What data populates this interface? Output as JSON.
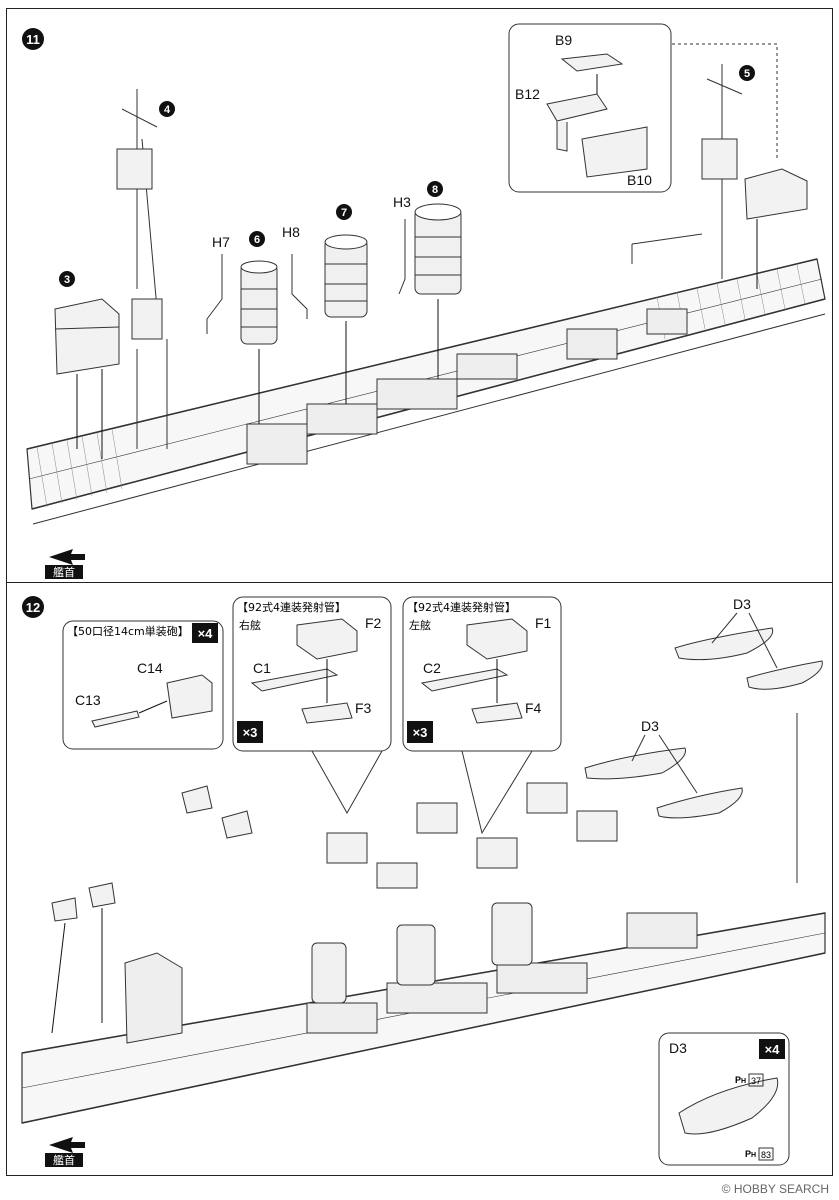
{
  "step11": {
    "number": "11",
    "bow_label": "艦首",
    "labels": {
      "b9": "B9",
      "b12": "B12",
      "b10": "B10",
      "h7": "H7",
      "h8": "H8",
      "h3": "H3",
      "c4": "4",
      "c5": "5",
      "c3": "3",
      "c6": "6",
      "c7": "7",
      "c8": "8"
    }
  },
  "step12": {
    "number": "12",
    "bow_label": "艦首",
    "gun_box": {
      "title": "【50口径14cm単装砲】",
      "multiplier": "×4",
      "c14": "C14",
      "c13": "C13"
    },
    "tube_box_right": {
      "title": "【92式4連装発射管】",
      "side": "右舷",
      "f2": "F2",
      "c1": "C1",
      "f3": "F3",
      "multiplier": "×3"
    },
    "tube_box_left": {
      "title": "【92式4連装発射管】",
      "side": "左舷",
      "f1": "F1",
      "c2": "C2",
      "f4": "F4",
      "multiplier": "×3"
    },
    "d3_labels": [
      "D3",
      "D3"
    ],
    "boat_box": {
      "label": "D3",
      "multiplier": "×4",
      "ph1": "37",
      "ph2": "83"
    }
  },
  "watermark": "© HOBBY SEARCH"
}
